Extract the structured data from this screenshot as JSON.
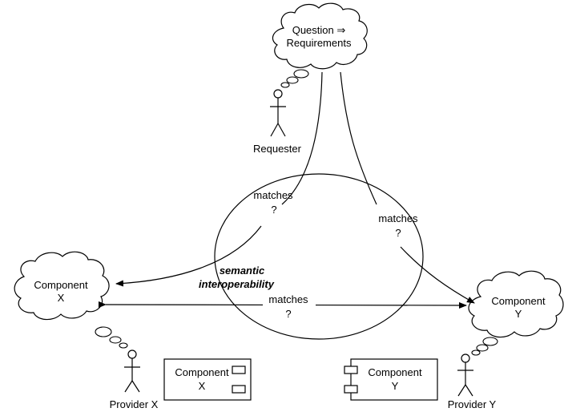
{
  "requirements_cloud": {
    "line1": "Question ⇒",
    "line2": "Requirements"
  },
  "requester": {
    "label": "Requester"
  },
  "component_x_cloud": {
    "line1": "Component",
    "line2": "X"
  },
  "component_y_cloud": {
    "line1": "Component",
    "line2": "Y"
  },
  "semantic_interop": {
    "line1": "semantic",
    "line2": "interoperability"
  },
  "matches_left": {
    "line1": "matches",
    "line2": "?"
  },
  "matches_right": {
    "line1": "matches",
    "line2": "?"
  },
  "matches_center": {
    "line1": "matches",
    "line2": "?"
  },
  "provider_x": {
    "label": "Provider X"
  },
  "provider_y": {
    "label": "Provider Y"
  },
  "component_x_box": {
    "line1": "Component",
    "line2": "X"
  },
  "component_y_box": {
    "line1": "Component",
    "line2": "Y"
  }
}
